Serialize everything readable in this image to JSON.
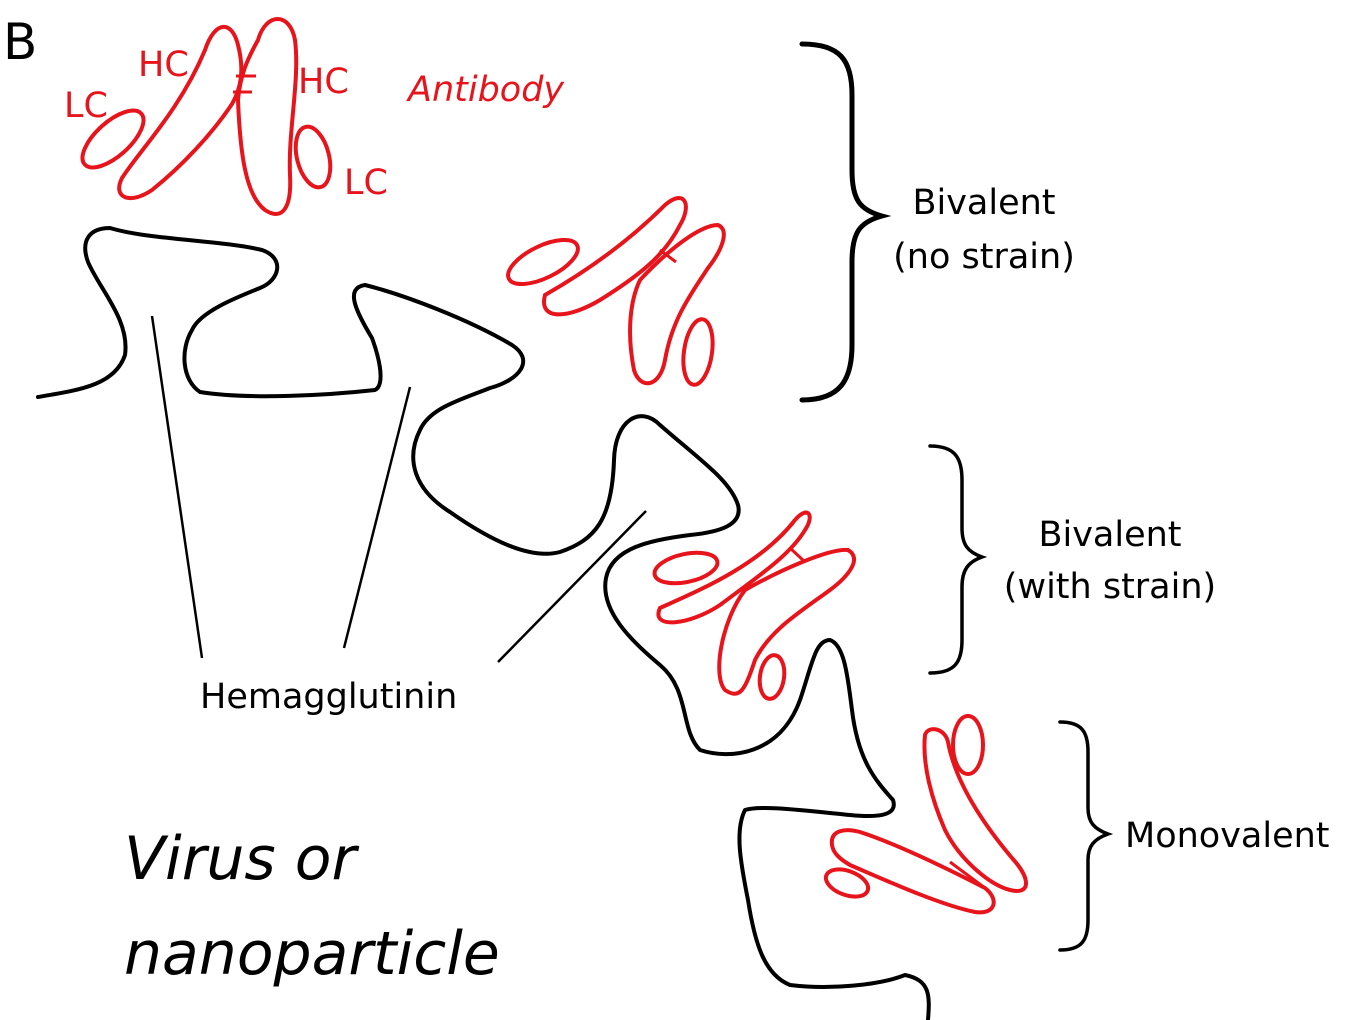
{
  "panel_letter": "B",
  "antibody": {
    "title": "Antibody",
    "heavy_chain_left": "HC",
    "heavy_chain_right": "HC",
    "light_chain_left": "LC",
    "light_chain_right": "LC"
  },
  "binding_modes": {
    "bivalent_no_strain_line1": "Bivalent",
    "bivalent_no_strain_line2": "(no strain)",
    "bivalent_with_strain_line1": "Bivalent",
    "bivalent_with_strain_line2": "(with strain)",
    "monovalent": "Monovalent"
  },
  "hemagglutinin_label": "Hemagglutinin",
  "surface_label_line1": "Virus or",
  "surface_label_line2": "nanoparticle",
  "colors": {
    "antibody": "#e8141c",
    "surface": "#000000"
  }
}
